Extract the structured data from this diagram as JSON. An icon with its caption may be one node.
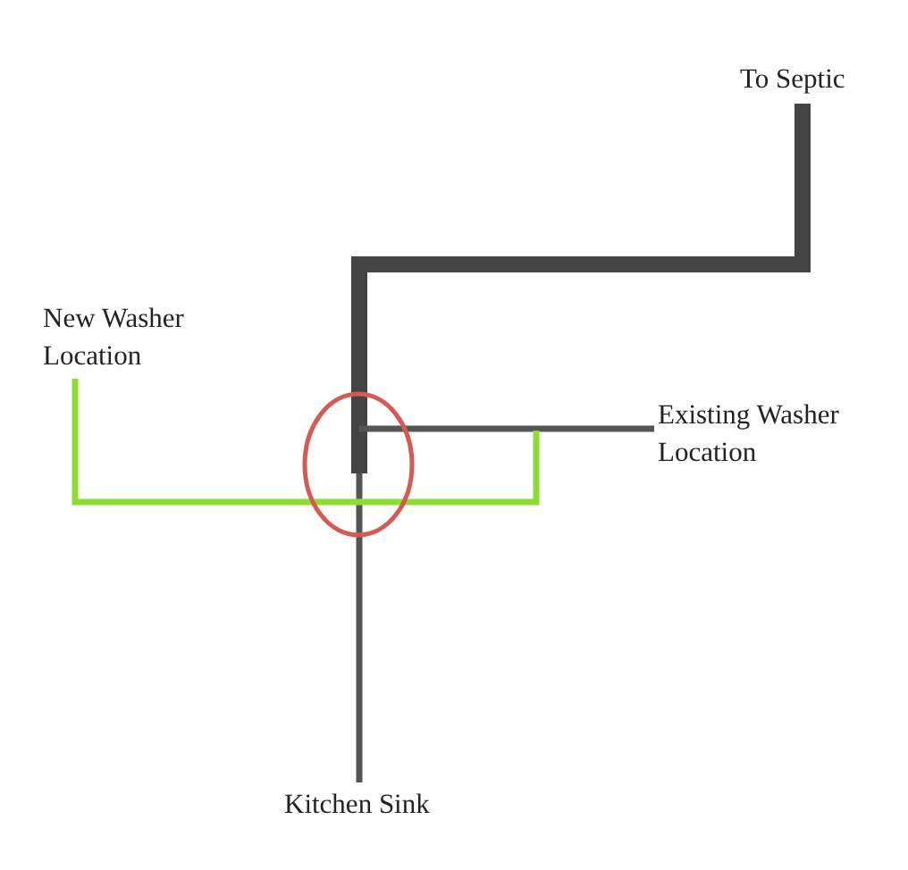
{
  "diagram": {
    "nodes": [
      {
        "text": [
          "To Septic"
        ]
      },
      {
        "text": [
          "New Washer Location"
        ]
      },
      {
        "text": [],
        "shape": "circle"
      },
      {
        "text": [
          "Existing Washer Location"
        ]
      },
      {
        "text": [
          "Kitchen Sink"
        ]
      }
    ],
    "edges": [
      {
        "from": 0,
        "to": 2,
        "arrow": "none",
        "style": "thick"
      },
      {
        "from": 3,
        "to": 2,
        "arrow": "none"
      },
      {
        "from": 4,
        "to": 2,
        "arrow": "none"
      },
      {
        "from": 1,
        "to": 2,
        "arrow": "none",
        "color": "#8ddc34"
      },
      {
        "from": 2,
        "to": null,
        "arrow": "none",
        "color": "#8ddc34"
      }
    ]
  }
}
